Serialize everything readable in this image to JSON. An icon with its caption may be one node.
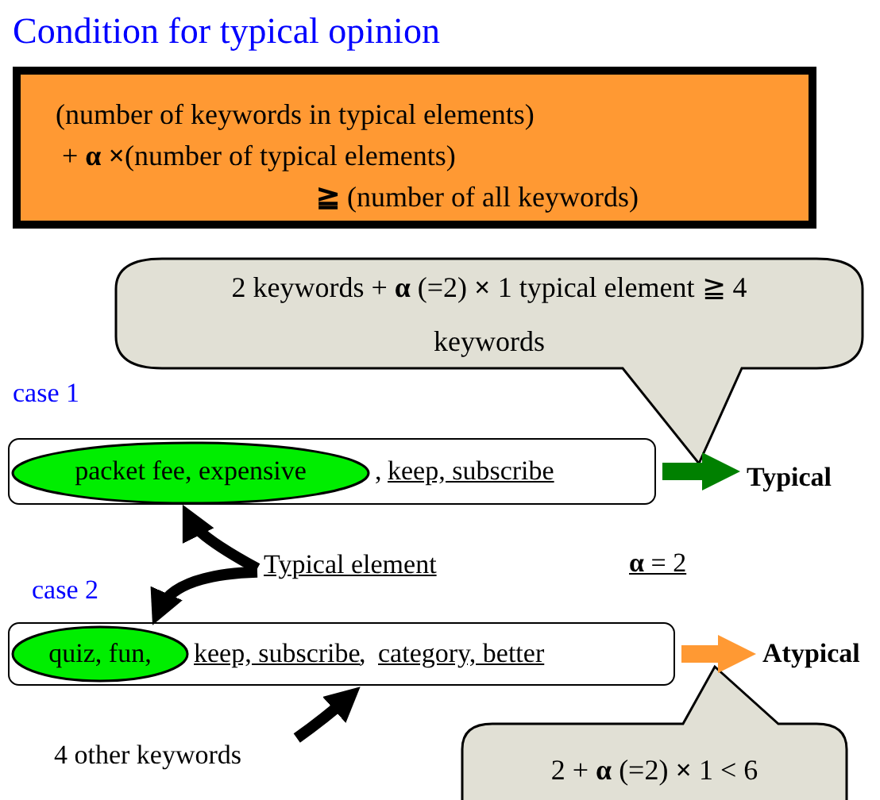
{
  "diagram": {
    "title": "Condition for typical opinion",
    "nodes": [
      {
        "text": [
          "(number of keywords in typical elements)",
          "+ **α ×**(number of typical elements)",
          "**≧** (number of all keywords)"
        ]
      },
      {
        "text": [
          "2 keywords + **α** (=2) **×** 1 typical element ≧ 4 keywords"
        ]
      },
      {
        "text": [
          ",",
          "keep, subscribe"
        ]
      },
      {
        "text": [
          "packet fee, expensive"
        ],
        "in": 2
      },
      {
        "text": [
          "Typical"
        ]
      },
      {
        "text": [
          "keep, subscribe",
          ",",
          "category, better"
        ]
      },
      {
        "text": [
          "quiz, fun,"
        ],
        "in": 5
      },
      {
        "text": [
          "Atypical"
        ]
      },
      {
        "text": [
          "2 + **α** (=2) **×** 1 < 6"
        ]
      },
      {
        "text": [
          "Typical element"
        ]
      },
      {
        "text": [
          "4 other keywords"
        ]
      }
    ],
    "edges": [
      {
        "from": 2,
        "to": 4,
        "arrow": "to",
        "color": "#008000"
      },
      {
        "from": 5,
        "to": 7,
        "arrow": "to",
        "color": "#ff9933"
      },
      {
        "from": 9,
        "to": 3,
        "arrow": "to"
      },
      {
        "from": 9,
        "to": 6,
        "arrow": "to"
      },
      {
        "from": 10,
        "to": 5,
        "arrow": "to"
      }
    ],
    "labels": [
      "case 1",
      "case 2",
      "**α** = 2"
    ]
  }
}
